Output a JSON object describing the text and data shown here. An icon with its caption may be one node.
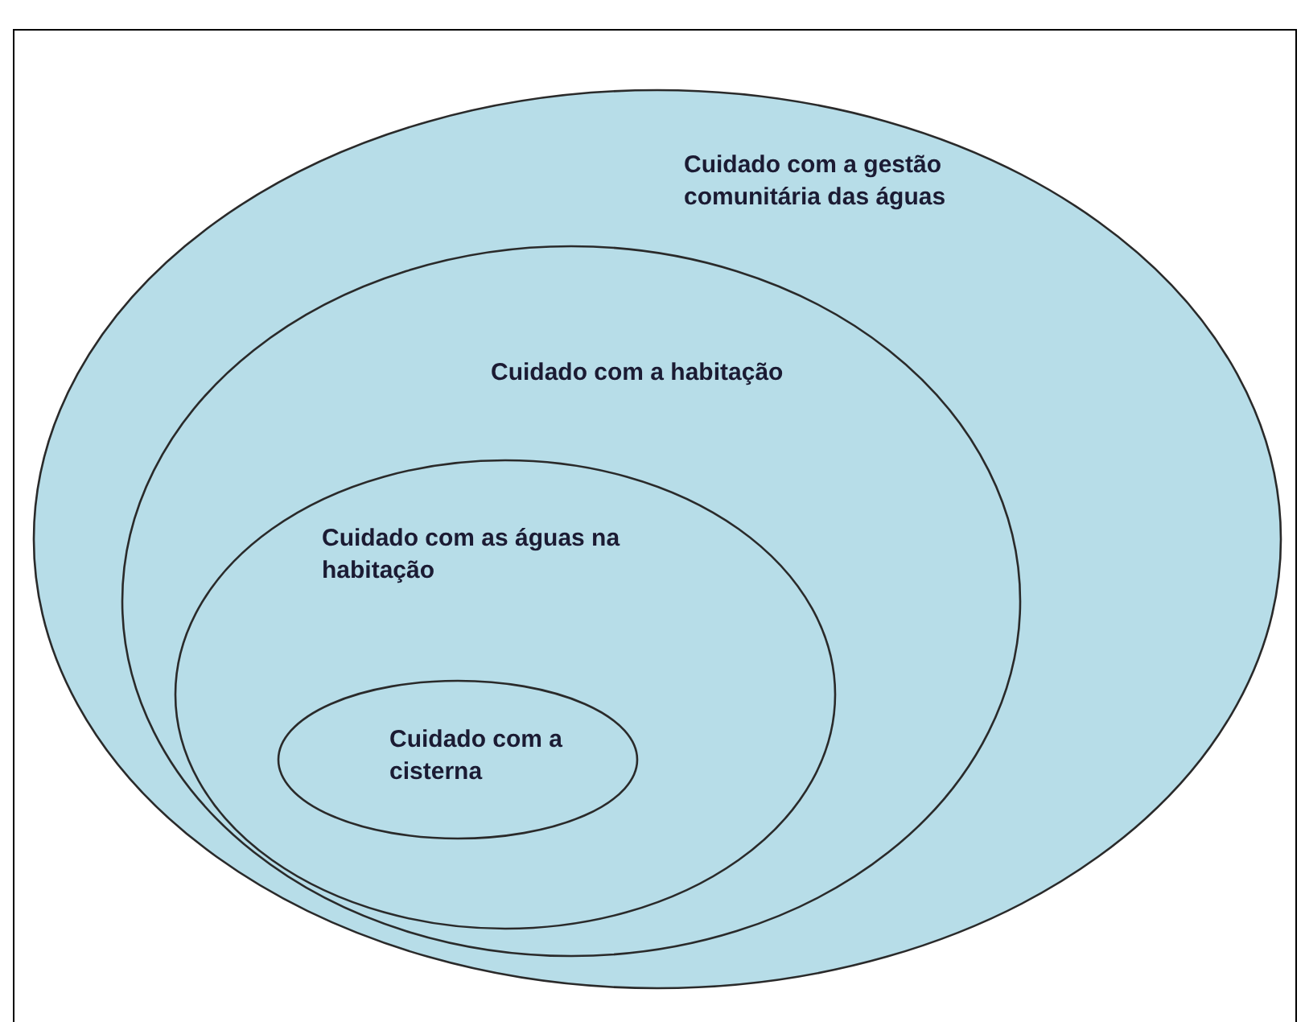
{
  "diagram": {
    "nodes": [
      {
        "text": [
          "Cuidado com a gestão comunitária das águas"
        ]
      },
      {
        "text": [
          "Cuidado com a habitação"
        ],
        "in": 0
      },
      {
        "text": [
          "Cuidado com as águas na habitação"
        ],
        "in": 1
      },
      {
        "text": [
          "Cuidado com a cisterna"
        ],
        "in": 2
      }
    ]
  }
}
